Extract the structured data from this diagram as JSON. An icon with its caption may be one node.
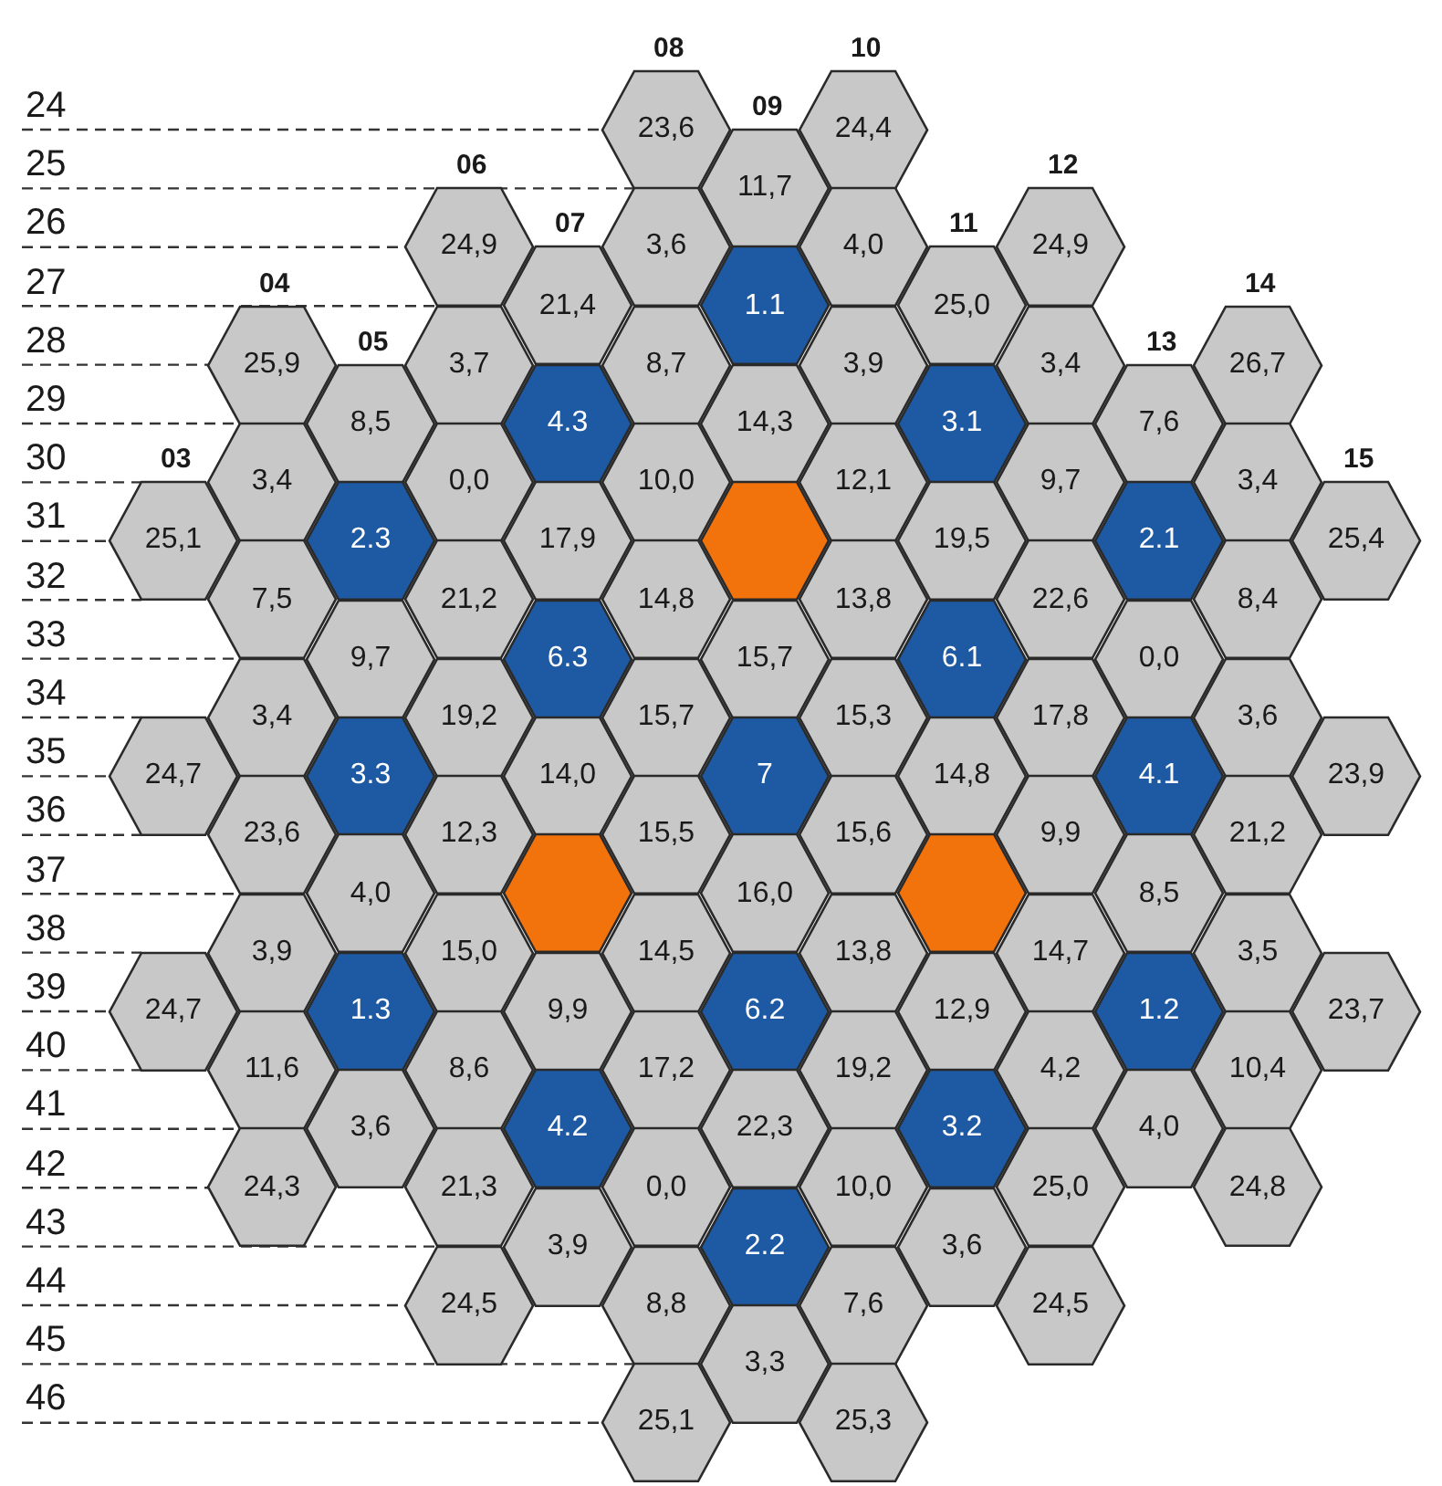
{
  "diagram": {
    "nodes": [
      {
        "text": [
          "23,6"
        ]
      },
      {
        "text": [
          "24,4"
        ]
      },
      {
        "text": [
          "11,7"
        ]
      },
      {
        "text": [
          "24,9"
        ]
      },
      {
        "text": [
          "3,6"
        ]
      },
      {
        "text": [
          "4,0"
        ]
      },
      {
        "text": [
          "24,9"
        ]
      },
      {
        "text": [
          "21,4"
        ]
      },
      {
        "text": [
          "1.1"
        ]
      },
      {
        "text": [
          "25,0"
        ]
      },
      {
        "text": [
          "25,9"
        ]
      },
      {
        "text": [
          "3,7"
        ]
      },
      {
        "text": [
          "8,7"
        ]
      },
      {
        "text": [
          "3,9"
        ]
      },
      {
        "text": [
          "3,4"
        ]
      },
      {
        "text": [
          "26,7"
        ]
      },
      {
        "text": [
          "8,5"
        ]
      },
      {
        "text": [
          "4.3"
        ]
      },
      {
        "text": [
          "14,3"
        ]
      },
      {
        "text": [
          "3.1"
        ]
      },
      {
        "text": [
          "7,6"
        ]
      },
      {
        "text": [
          "3,4"
        ]
      },
      {
        "text": [
          "0,0"
        ]
      },
      {
        "text": [
          "10,0"
        ]
      },
      {
        "text": [
          "12,1"
        ]
      },
      {
        "text": [
          "9,7"
        ]
      },
      {
        "text": [
          "3,4"
        ]
      },
      {
        "text": [
          "25,1"
        ]
      },
      {
        "text": [
          "2.3"
        ]
      },
      {
        "text": [
          "17,9"
        ]
      },
      {
        "text": [],
        "shape": "hexagon"
      },
      {
        "text": [
          "19,5"
        ]
      },
      {
        "text": [
          "2.1"
        ]
      },
      {
        "text": [
          "25,4"
        ]
      },
      {
        "text": [
          "7,5"
        ]
      },
      {
        "text": [
          "21,2"
        ]
      },
      {
        "text": [
          "14,8"
        ]
      },
      {
        "text": [
          "13,8"
        ]
      },
      {
        "text": [
          "22,6"
        ]
      },
      {
        "text": [
          "8,4"
        ]
      },
      {
        "text": [
          "9,7"
        ]
      },
      {
        "text": [
          "6.3"
        ]
      },
      {
        "text": [
          "15,7"
        ]
      },
      {
        "text": [
          "6.1"
        ]
      },
      {
        "text": [
          "0,0"
        ]
      },
      {
        "text": [
          "3,4"
        ]
      },
      {
        "text": [
          "19,2"
        ]
      },
      {
        "text": [
          "15,7"
        ]
      },
      {
        "text": [
          "15,3"
        ]
      },
      {
        "text": [
          "17,8"
        ]
      },
      {
        "text": [
          "3,6"
        ]
      },
      {
        "text": [
          "24,7"
        ]
      },
      {
        "text": [
          "3.3"
        ]
      },
      {
        "text": [
          "14,0"
        ]
      },
      {
        "text": [
          "7"
        ]
      },
      {
        "text": [
          "14,8"
        ]
      },
      {
        "text": [
          "4.1"
        ]
      },
      {
        "text": [
          "23,9"
        ]
      },
      {
        "text": [
          "23,6"
        ]
      },
      {
        "text": [
          "12,3"
        ]
      },
      {
        "text": [
          "15,5"
        ]
      },
      {
        "text": [
          "15,6"
        ]
      },
      {
        "text": [
          "9,9"
        ]
      },
      {
        "text": [
          "21,2"
        ]
      },
      {
        "text": [
          "4,0"
        ]
      },
      {
        "text": [],
        "shape": "hexagon"
      },
      {
        "text": [
          "16,0"
        ]
      },
      {
        "text": [],
        "shape": "hexagon"
      },
      {
        "text": [
          "8,5"
        ]
      },
      {
        "text": [
          "3,9"
        ]
      },
      {
        "text": [
          "15,0"
        ]
      },
      {
        "text": [
          "14,5"
        ]
      },
      {
        "text": [
          "13,8"
        ]
      },
      {
        "text": [
          "14,7"
        ]
      },
      {
        "text": [
          "3,5"
        ]
      },
      {
        "text": [
          "24,7"
        ]
      },
      {
        "text": [
          "1.3"
        ]
      },
      {
        "text": [
          "9,9"
        ]
      },
      {
        "text": [
          "6.2"
        ]
      },
      {
        "text": [
          "12,9"
        ]
      },
      {
        "text": [
          "1.2"
        ]
      },
      {
        "text": [
          "23,7"
        ]
      },
      {
        "text": [
          "11,6"
        ]
      },
      {
        "text": [
          "8,6"
        ]
      },
      {
        "text": [
          "17,2"
        ]
      },
      {
        "text": [
          "19,2"
        ]
      },
      {
        "text": [
          "4,2"
        ]
      },
      {
        "text": [
          "10,4"
        ]
      },
      {
        "text": [
          "3,6"
        ]
      },
      {
        "text": [
          "4.2"
        ]
      },
      {
        "text": [
          "22,3"
        ]
      },
      {
        "text": [
          "3.2"
        ]
      },
      {
        "text": [
          "4,0"
        ]
      },
      {
        "text": [
          "24,3"
        ]
      },
      {
        "text": [
          "21,3"
        ]
      },
      {
        "text": [
          "0,0"
        ]
      },
      {
        "text": [
          "10,0"
        ]
      },
      {
        "text": [
          "25,0"
        ]
      },
      {
        "text": [
          "24,8"
        ]
      },
      {
        "text": [
          "3,9"
        ]
      },
      {
        "text": [
          "2.2"
        ]
      },
      {
        "text": [
          "3,6"
        ]
      },
      {
        "text": [
          "24,5"
        ]
      },
      {
        "text": [
          "8,8"
        ]
      },
      {
        "text": [
          "7,6"
        ]
      },
      {
        "text": [
          "24,5"
        ]
      },
      {
        "text": [
          "3,3"
        ]
      },
      {
        "text": [
          "25,1"
        ]
      },
      {
        "text": [
          "25,3"
        ]
      },
      {
        "text": [
          "24"
        ]
      },
      {
        "text": [
          "25"
        ]
      },
      {
        "text": [
          "26"
        ]
      },
      {
        "text": [
          "27"
        ]
      },
      {
        "text": [
          "28"
        ]
      },
      {
        "text": [
          "29"
        ]
      },
      {
        "text": [
          "30"
        ]
      },
      {
        "text": [
          "31"
        ]
      },
      {
        "text": [
          "32"
        ]
      },
      {
        "text": [
          "33"
        ]
      },
      {
        "text": [
          "34"
        ]
      },
      {
        "text": [
          "35"
        ]
      },
      {
        "text": [
          "36"
        ]
      },
      {
        "text": [
          "37"
        ]
      },
      {
        "text": [
          "38"
        ]
      },
      {
        "text": [
          "39"
        ]
      },
      {
        "text": [
          "40"
        ]
      },
      {
        "text": [
          "41"
        ]
      },
      {
        "text": [
          "42"
        ]
      },
      {
        "text": [
          "43"
        ]
      },
      {
        "text": [
          "44"
        ]
      },
      {
        "text": [
          "45"
        ]
      },
      {
        "text": [
          "46"
        ]
      }
    ],
    "edges": [
      {
        "from": 109,
        "to": 0,
        "arrow": "none",
        "style": "dashed"
      },
      {
        "from": 110,
        "to": 0,
        "arrow": "none",
        "style": "dashed"
      },
      {
        "from": 111,
        "to": 3,
        "arrow": "none",
        "style": "dashed"
      },
      {
        "from": 112,
        "to": 3,
        "arrow": "none",
        "style": "dashed"
      },
      {
        "from": 113,
        "to": 10,
        "arrow": "none",
        "style": "dashed"
      },
      {
        "from": 114,
        "to": 10,
        "arrow": "none",
        "style": "dashed"
      },
      {
        "from": 115,
        "to": 27,
        "arrow": "none",
        "style": "dashed"
      },
      {
        "from": 116,
        "to": 27,
        "arrow": "none",
        "style": "dashed"
      },
      {
        "from": 117,
        "to": 27,
        "arrow": "none",
        "style": "dashed"
      },
      {
        "from": 118,
        "to": 34,
        "arrow": "none",
        "style": "dashed"
      },
      {
        "from": 119,
        "to": 51,
        "arrow": "none",
        "style": "dashed"
      },
      {
        "from": 120,
        "to": 51,
        "arrow": "none",
        "style": "dashed"
      },
      {
        "from": 121,
        "to": 51,
        "arrow": "none",
        "style": "dashed"
      },
      {
        "from": 122,
        "to": 58,
        "arrow": "none",
        "style": "dashed"
      },
      {
        "from": 123,
        "to": 75,
        "arrow": "none",
        "style": "dashed"
      },
      {
        "from": 124,
        "to": 75,
        "arrow": "none",
        "style": "dashed"
      },
      {
        "from": 125,
        "to": 75,
        "arrow": "none",
        "style": "dashed"
      },
      {
        "from": 126,
        "to": 82,
        "arrow": "none",
        "style": "dashed"
      },
      {
        "from": 127,
        "to": 93,
        "arrow": "none",
        "style": "dashed"
      },
      {
        "from": 128,
        "to": 94,
        "arrow": "none",
        "style": "dashed"
      },
      {
        "from": 129,
        "to": 102,
        "arrow": "none",
        "style": "dashed"
      },
      {
        "from": 130,
        "to": 107,
        "arrow": "none",
        "style": "dashed"
      },
      {
        "from": 131,
        "to": 107,
        "arrow": "none",
        "style": "dashed"
      }
    ],
    "labels": [
      "03",
      "04",
      "05",
      "06",
      "07",
      "08",
      "09",
      "10",
      "11",
      "12",
      "13",
      "14",
      "15"
    ]
  }
}
